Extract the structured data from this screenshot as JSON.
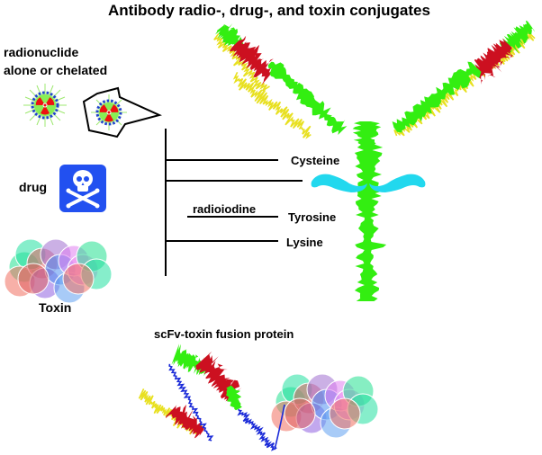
{
  "title": "Antibody radio-, drug-, and toxin conjugates",
  "left_labels": {
    "radionuclide_line1": "radionuclide",
    "radionuclide_line2": "alone or chelated",
    "drug": "drug",
    "toxin": "Toxin"
  },
  "attachment_sites": {
    "cysteine": "Cysteine",
    "radioiodine": "radioiodine",
    "tyrosine": "Tyrosine",
    "lysine": "Lysine"
  },
  "fusion_label": "scFv-toxin fusion protein",
  "icons": {
    "radionuclide": "radiation-trefoil-icon",
    "chelated_radionuclide": "chelated-radiation-icon",
    "drug": "skull-crossbones-icon",
    "toxin": "toxin-protein-cluster",
    "antibody": "antibody-ribbon",
    "carbohydrate": "glycan-cyan"
  },
  "colors": {
    "heavy_chain": "#33ee11",
    "light_chain": "#e8e020",
    "variable_region": "#cc1020",
    "linker": "#1a2ad8",
    "glycan": "#22d8ee",
    "drug_tile": "#2250f0",
    "trefoil": "#ee1010",
    "chelator_dots": "#2040d0"
  }
}
